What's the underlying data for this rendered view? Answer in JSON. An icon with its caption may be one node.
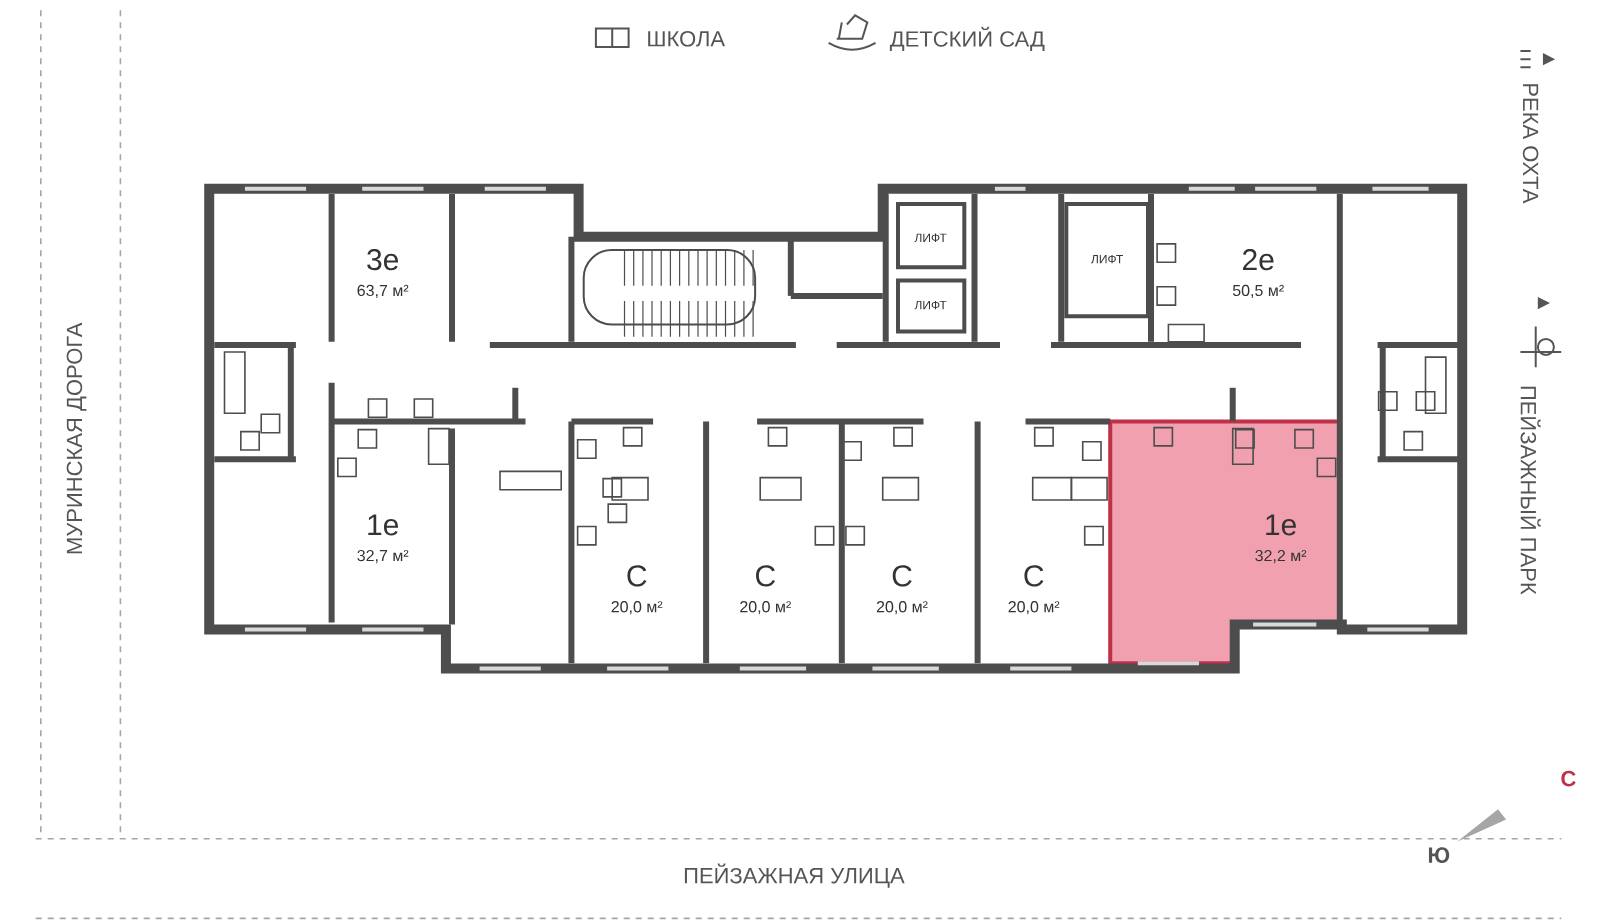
{
  "diagram": {
    "nodes": [
      {
        "text": [
          "3е",
          "63,7 м²"
        ]
      },
      {
        "text": [
          "2е",
          "50,5 м²"
        ]
      },
      {
        "text": [
          "1е",
          "32,7 м²"
        ]
      },
      {
        "text": [
          "С",
          "20,0 м²"
        ]
      },
      {
        "text": [
          "С",
          "20,0 м²"
        ]
      },
      {
        "text": [
          "С",
          "20,0 м²"
        ]
      },
      {
        "text": [
          "С",
          "20,0 м²"
        ]
      },
      {
        "text": [
          "1е",
          "32,2 м²"
        ]
      },
      {
        "text": [
          "ЛИФТ"
        ]
      },
      {
        "text": [
          "ЛИФТ"
        ]
      },
      {
        "text": [
          "ЛИФТ"
        ]
      }
    ],
    "labels": [
      "ШКОЛА",
      "ДЕТСКИЙ САД",
      "РЕКА ОХТА",
      "ПЕЙЗАЖНЫЙ ПАРК",
      "МУРИНСКАЯ ДОРОГА",
      "ПЕЙЗАЖНАЯ УЛИЦА",
      "С",
      "Ю"
    ]
  }
}
